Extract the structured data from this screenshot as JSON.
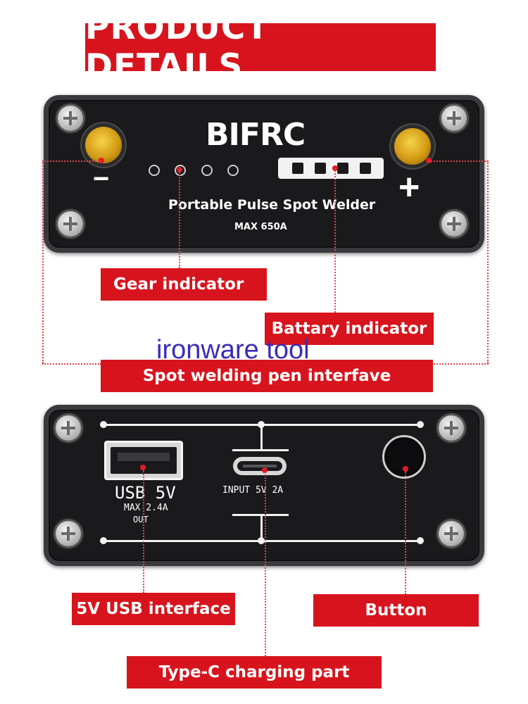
{
  "banner": {
    "title": "PRODUCT DETAILS"
  },
  "front_panel": {
    "brand": "BIFRC",
    "product_name": "Portable Pulse Spot Welder",
    "max_current": "MAX 650A",
    "negative_symbol": "−",
    "positive_symbol": "+"
  },
  "callouts": {
    "gear_indicator": "Gear indicator",
    "battery_indicator": "Battary indicator",
    "pen_interface": "Spot welding pen interfave",
    "usb_interface": "5V USB interface",
    "button": "Button",
    "typec": "Type-C charging part"
  },
  "watermark": "ironware tool",
  "back_panel": {
    "usb_label": "USB 5V",
    "usb_max": "MAX 2.4A",
    "usb_out": "OUT",
    "input_label": "INPUT 5V 2A"
  },
  "colors": {
    "accent": "#d7141d",
    "panel": "#1a1a1d",
    "terminal": "#e0a820"
  }
}
